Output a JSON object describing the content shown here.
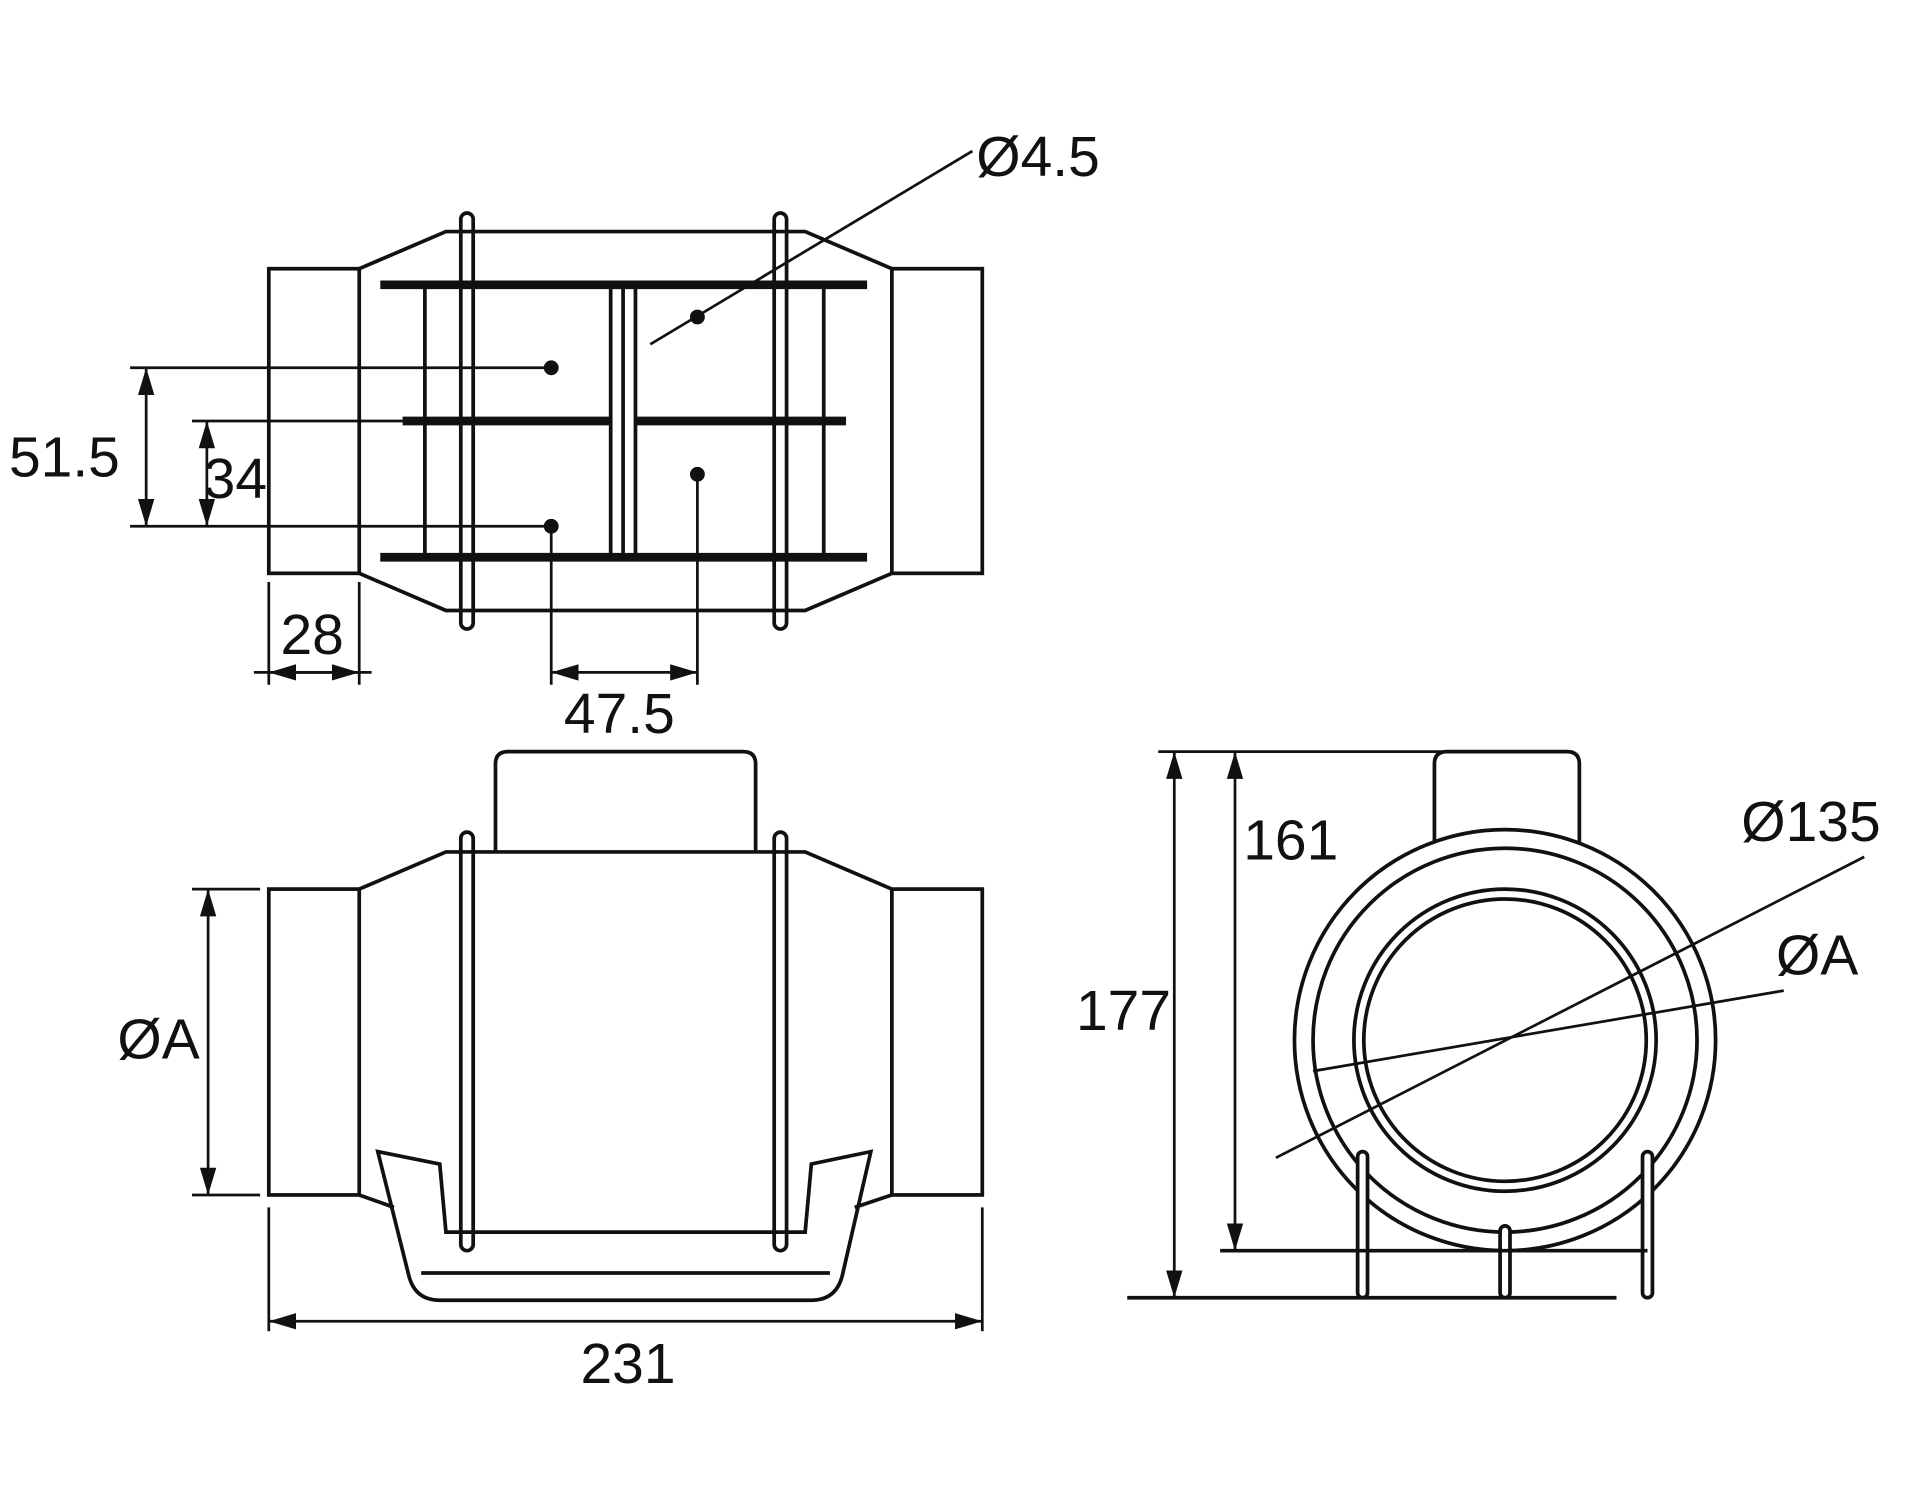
{
  "labels": {
    "hole_diameter": "Ø4.5",
    "hole_spacing_outer": "51.5",
    "hole_spacing_inner": "34",
    "collar_length": "28",
    "hole_spacing_horizontal": "47.5",
    "inlet_diameter_front": "ØA",
    "overall_length": "231",
    "total_height": "177",
    "axis_height": "161",
    "outer_diameter": "Ø135",
    "inlet_diameter_side": "ØA"
  },
  "colors": {
    "line": "#111111",
    "background": "#ffffff"
  }
}
